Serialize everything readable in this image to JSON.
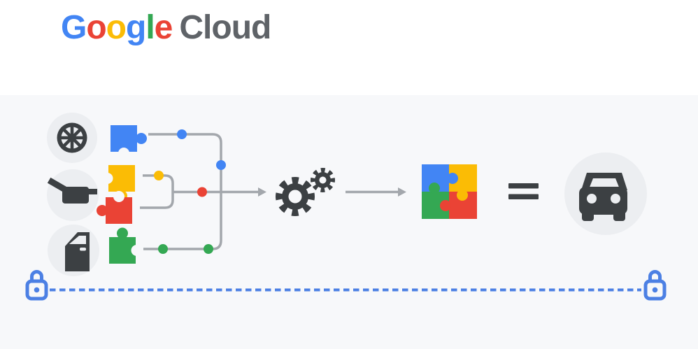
{
  "logo": {
    "brand_letters": [
      {
        "char": "G",
        "color": "#4285F4"
      },
      {
        "char": "o",
        "color": "#EA4335"
      },
      {
        "char": "o",
        "color": "#FBBC05"
      },
      {
        "char": "g",
        "color": "#4285F4"
      },
      {
        "char": "l",
        "color": "#34A853"
      },
      {
        "char": "e",
        "color": "#EA4335"
      }
    ],
    "product": "Cloud",
    "product_color": "#5F6368"
  },
  "palette": {
    "white": "#FFFFFF",
    "canvas_bg": "#F7F8FA",
    "circle_bg": "#ECEEF1",
    "dark": "#3C4043",
    "line_gray": "#A3A7AC",
    "blue": "#4285F4",
    "red": "#EA4335",
    "yellow": "#FBBC05",
    "green": "#34A853",
    "lock_blue": "#4C80E4"
  },
  "diagram": {
    "equals_symbol": "=",
    "icons": {
      "inputs": [
        "wheel-icon",
        "exhaust-icon",
        "door-icon"
      ],
      "parts": [
        "blue-puzzle-piece",
        "yellow-puzzle-piece",
        "red-puzzle-piece",
        "green-puzzle-piece"
      ],
      "process": "gears-icon",
      "result": "assembled-puzzle",
      "product": "car-icon",
      "security": [
        "lock-icon-left",
        "lock-icon-right",
        "dashed-secure-line"
      ]
    }
  }
}
